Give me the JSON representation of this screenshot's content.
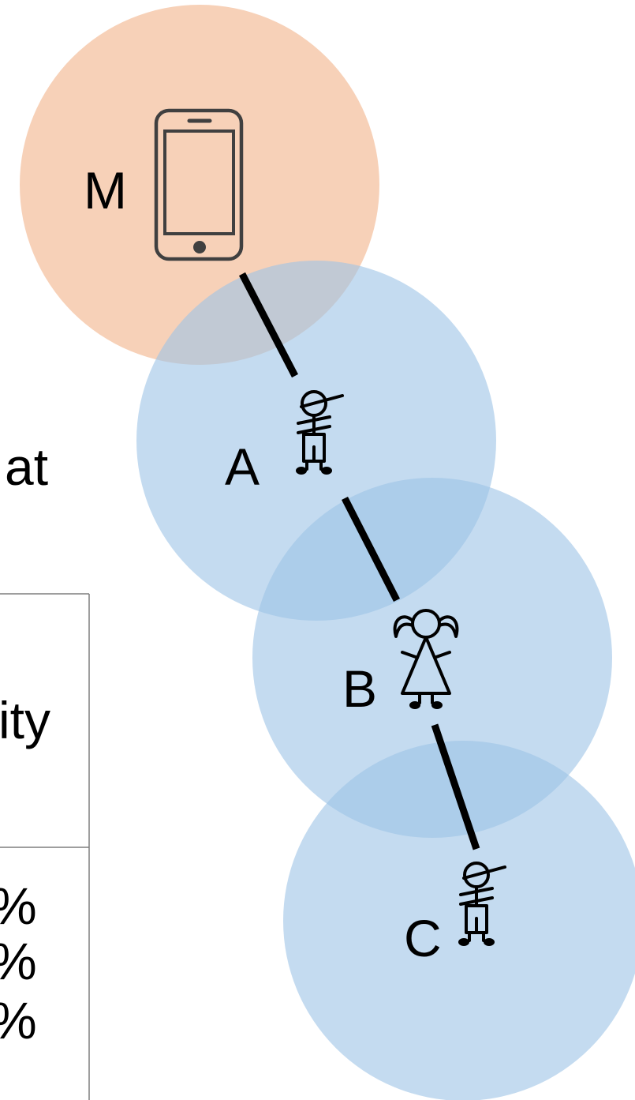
{
  "nodes": {
    "m": {
      "label": "M",
      "icon": "smartphone-icon",
      "range_color": "#f2b48c"
    },
    "a": {
      "label": "A",
      "icon": "boy-icon",
      "range_color": "#9dc3e6"
    },
    "b": {
      "label": "B",
      "icon": "girl-icon",
      "range_color": "#9dc3e6"
    },
    "c": {
      "label": "C",
      "icon": "boy-icon",
      "range_color": "#9dc3e6"
    }
  },
  "clipped_text": {
    "line1": "at",
    "line2": "ity",
    "row1": "%",
    "row2": "%",
    "row3": "%"
  }
}
